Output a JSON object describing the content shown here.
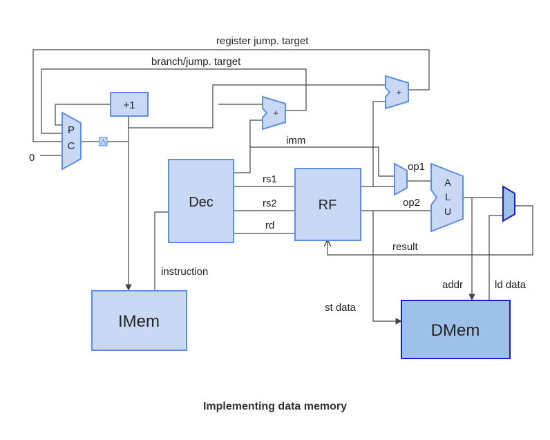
{
  "diagram": {
    "blocks": {
      "pc": "P\nC",
      "plus_one": "+1",
      "dec": "Dec",
      "rf": "RF",
      "imem": "IMem",
      "dmem": "DMem",
      "alu": "A\nL\nU",
      "adder_small": "+",
      "adder_top": "+"
    },
    "signals": {
      "register_jump_target": "register jump. target",
      "branch_jump_target": "branch/jump. target",
      "zero": "0",
      "imm": "imm",
      "rs1": "rs1",
      "rs2": "rs2",
      "rd": "rd",
      "op1": "op1",
      "op2": "op2",
      "result": "result",
      "instruction": "instruction",
      "addr": "addr",
      "ld_data": "ld data",
      "st_data": "st data"
    },
    "colors": {
      "block_fill": "#c9d8f5",
      "block_stroke": "#5b8ee6",
      "dmem_fill": "#9dc1e8",
      "dmem_stroke": "#1a1ad6",
      "wire": "#444444"
    }
  },
  "caption": "Implementing data memory"
}
